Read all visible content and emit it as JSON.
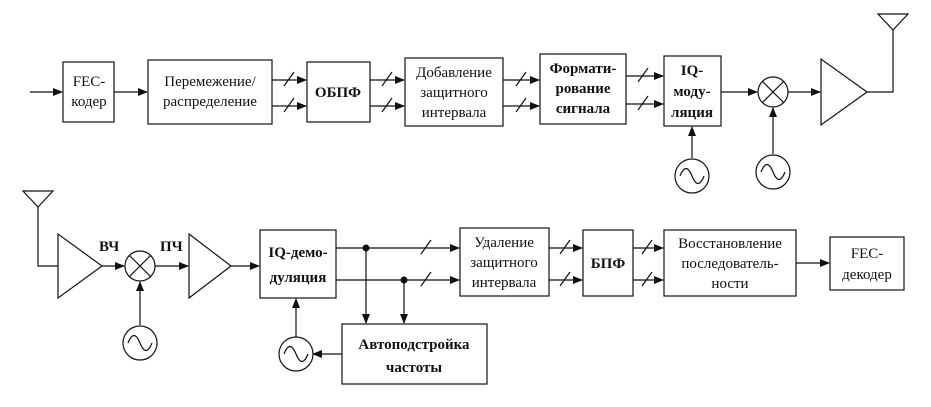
{
  "tx": {
    "fec_coder": [
      "FEC-",
      "кодер"
    ],
    "interleaving": [
      "Перемежение/",
      "распределение"
    ],
    "ifft": "ОБПФ",
    "guard_add": [
      "Добавление",
      "защитного",
      "интервала"
    ],
    "shaping": [
      "Формати-",
      "рование",
      "сигнала"
    ],
    "iq_mod": [
      "IQ-",
      "моду-",
      "ляция"
    ]
  },
  "rx": {
    "rf_label": "ВЧ",
    "if_label": "ПЧ",
    "iq_demod": [
      "IQ-демо-",
      "дуляция"
    ],
    "guard_remove": [
      "Удаление",
      "защитного",
      "интервала"
    ],
    "fft": "БПФ",
    "restore": [
      "Восстановление",
      "последователь-",
      "ности"
    ],
    "fec_decoder": [
      "FEC-",
      "декодер"
    ],
    "afc": [
      "Автоподстройка",
      "частоты"
    ]
  }
}
